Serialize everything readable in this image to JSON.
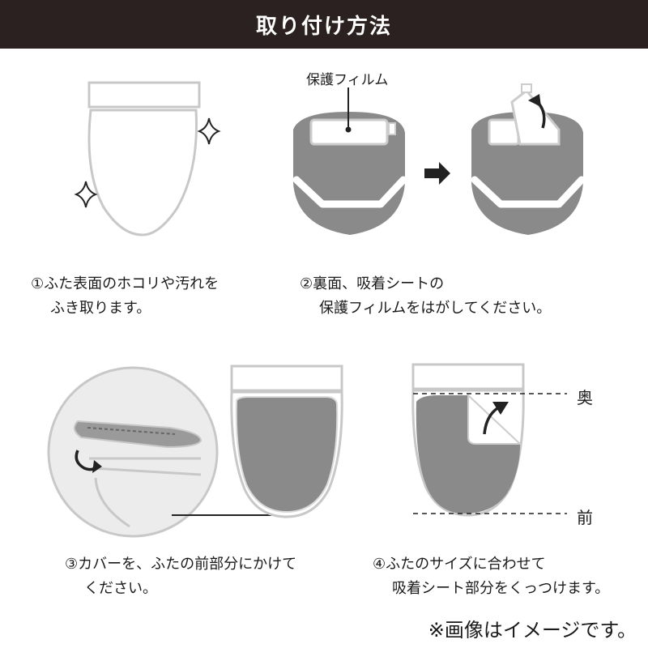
{
  "header": {
    "title": "取り付け方法"
  },
  "steps": [
    {
      "line1": "①ふた表面のホコリや汚れを",
      "line2": "ふき取ります。"
    },
    {
      "line1": "②裏面、吸着シートの",
      "line2": "保護フィルムをはがしてください。"
    },
    {
      "line1": "③カバーを、ふたの前部分にかけて",
      "line2": "ください。"
    },
    {
      "line1": "④ふたのサイズに合わせて",
      "line2": "吸着シート部分をくっつけます。"
    }
  ],
  "labels": {
    "film": "保護フィルム",
    "back": "奥",
    "front": "前"
  },
  "note": "※画像はイメージです。",
  "colors": {
    "header_bg": "#2b2120",
    "cover_gray": "#8a8a8a",
    "outline": "#c8c8c8"
  }
}
